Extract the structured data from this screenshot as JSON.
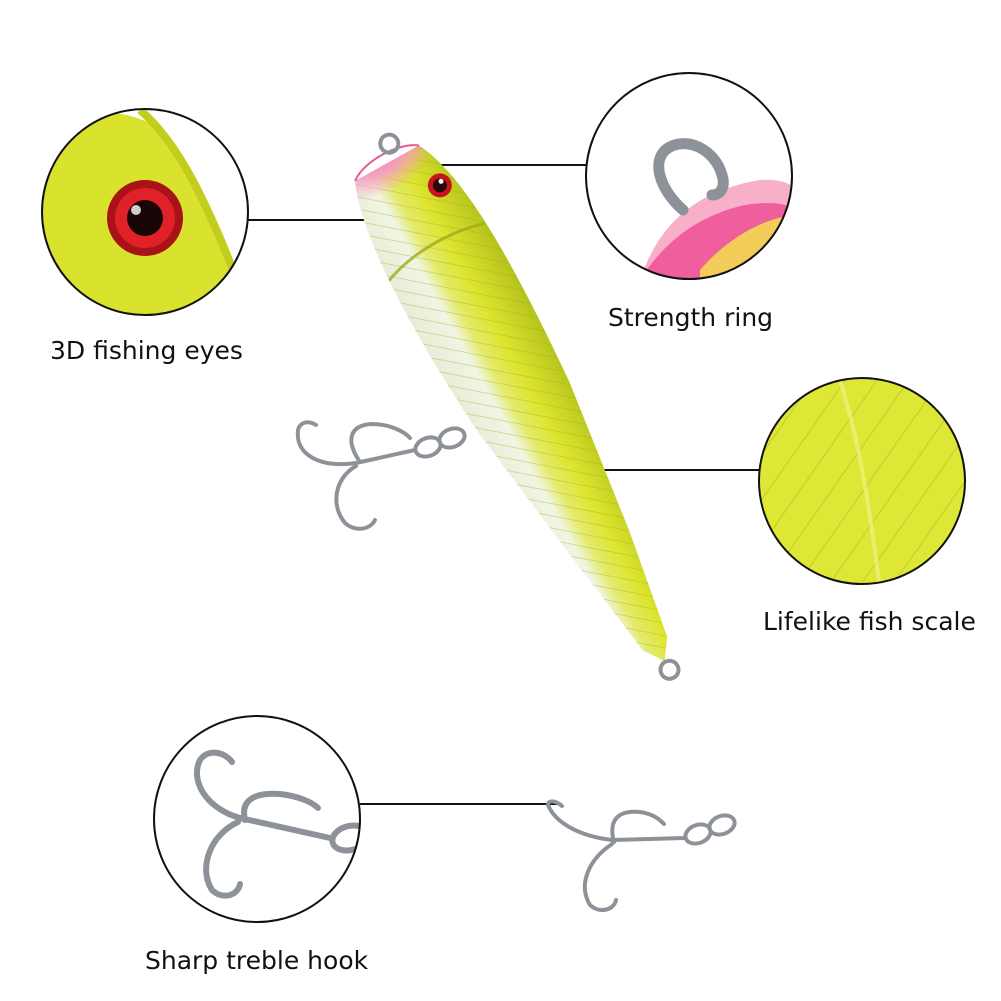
{
  "callouts": {
    "eyes": {
      "label": "3D fishing eyes"
    },
    "ring": {
      "label": "Strength ring"
    },
    "scale": {
      "label": "Lifelike fish scale"
    },
    "hook": {
      "label": "Sharp treble hook"
    }
  },
  "colors": {
    "lure_body": "#d6e12a",
    "lure_belly": "#f2f6e6",
    "lure_head_pink": "#f26aa4",
    "eye_red": "#c8151c",
    "hook_metal": "#8d9299",
    "callout_line": "#111111"
  }
}
